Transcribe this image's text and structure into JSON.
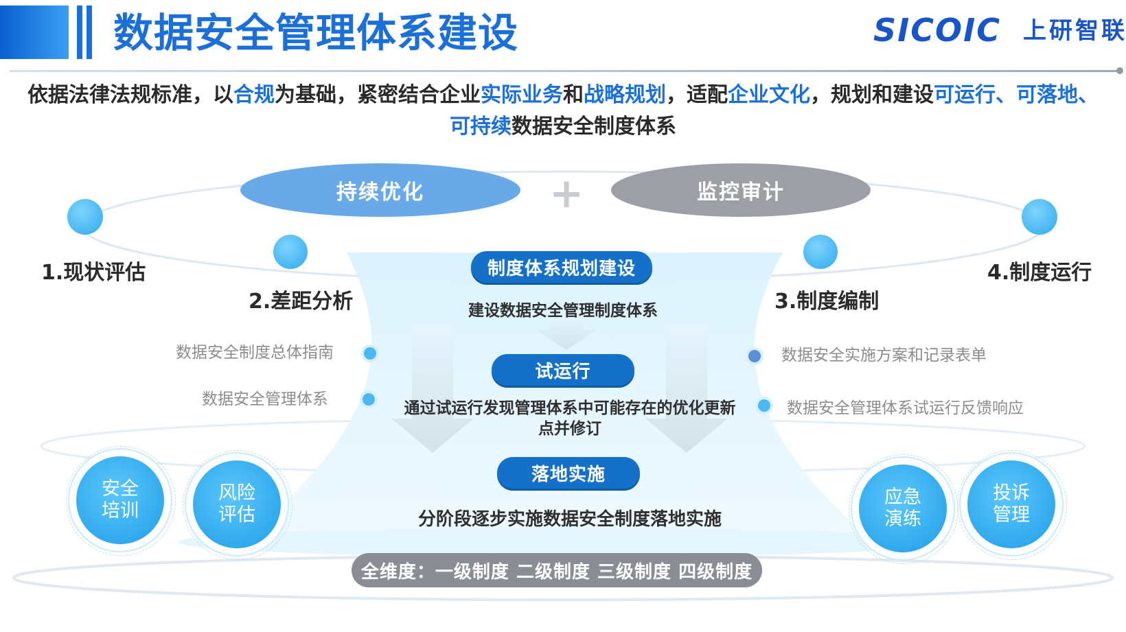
{
  "header": {
    "title": "数据安全管理体系建设",
    "logo_en": "SICOIC",
    "logo_cn": "上研智联"
  },
  "intro": {
    "p1": "依据法律法规标准，以",
    "h1": "合规",
    "p2": "为基础，紧密结合企业",
    "h2": "实际业务",
    "p3": "和",
    "h3": "战略规划",
    "p4": "，适配",
    "h4": "企业文化",
    "p5": "，规划和建设",
    "h5": "可运行、可落地、可持续",
    "p6": "数据安全制度体系"
  },
  "top_ovals": {
    "left": "持续优化",
    "right": "监控审计",
    "plus": "+"
  },
  "steps": {
    "s1": "1.现状评估",
    "s2": "2.差距分析",
    "s3": "3.制度编制",
    "s4": "4.制度运行"
  },
  "left_items": [
    "数据安全制度总体指南",
    "数据安全管理体系"
  ],
  "right_items": [
    "数据安全实施方案和记录表单",
    "数据安全管理体系试运行反馈响应"
  ],
  "center": {
    "stage1_title": "制度体系规划建设",
    "stage1_desc": "建设数据安全管理制度体系",
    "stage2_title": "试运行",
    "stage2_desc_l1": "通过试运行发现管理体系中可能存在的优化更新",
    "stage2_desc_l2": "点并修订",
    "stage3_title": "落地实施",
    "stage3_desc": "分阶段逐步实施数据安全制度落地实施"
  },
  "badges": {
    "b1": [
      "安全",
      "培训"
    ],
    "b2": [
      "风险",
      "评估"
    ],
    "b3": [
      "应急",
      "演练"
    ],
    "b4": [
      "投诉",
      "管理"
    ]
  },
  "bottom": "全维度：一级制度 二级制度 三级制度 四级制度",
  "colors": {
    "accent": "#1a6fd8",
    "pill": "#1570c9",
    "gray_oval": "#9ca0a6",
    "light_blue": "#4cb8f1"
  }
}
